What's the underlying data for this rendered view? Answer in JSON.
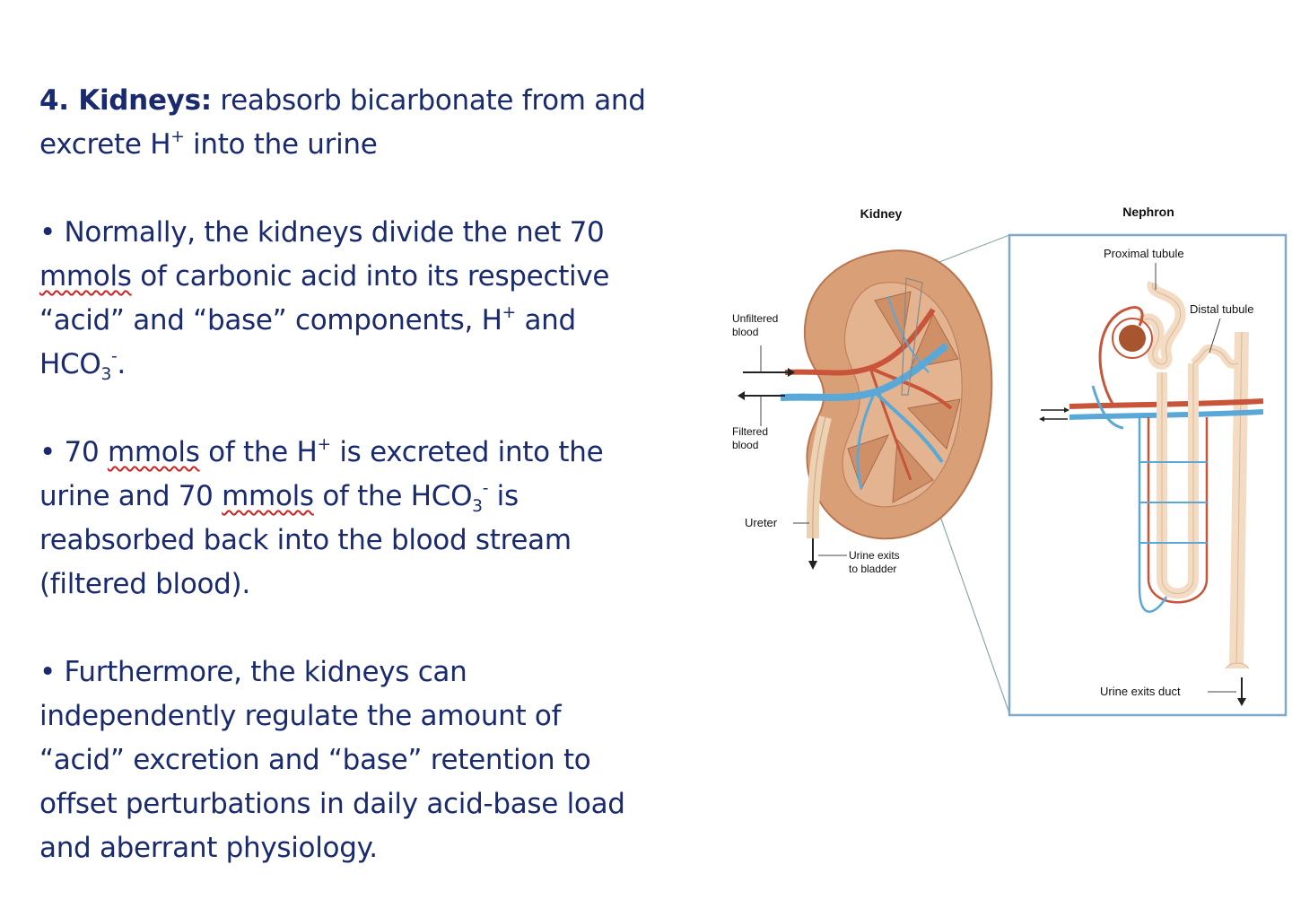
{
  "heading": {
    "number": "4. Kidneys:",
    "line1_rest": " reabsorb bicarbonate from and",
    "line2_a": "excrete H",
    "line2_sup": "+",
    "line2_b": " into the urine"
  },
  "bullet1": {
    "a": "• Normally, the kidneys divide the net 70",
    "mmols": "mmols",
    "b": " of carbonic acid into its respective",
    "c": "“acid” and “base” components, H",
    "sup": "+",
    "d": " and",
    "e": "HCO",
    "sub": "3",
    "sup2": "-",
    "f": "."
  },
  "bullet2": {
    "a": "• 70 ",
    "mmols1": "mmols",
    "b": " of the H",
    "sup": "+",
    "c": " is excreted into the",
    "d": "urine and 70 ",
    "mmols2": "mmols",
    "e": " of the HCO",
    "sub": "3",
    "sup2": "-",
    "f": " is",
    "g": "reabsorbed back into the blood stream",
    "h": "(filtered blood)."
  },
  "bullet3": {
    "line1": "• Furthermore, the kidneys can",
    "line2": "independently regulate the amount of",
    "line3": "“acid” excretion and “base” retention to",
    "line4": "offset perturbations in daily acid-base load",
    "line5": "and aberrant physiology."
  },
  "diagram": {
    "kidney_title": "Kidney",
    "nephron_title": "Nephron",
    "unfiltered_1": "Unfiltered",
    "unfiltered_2": "blood",
    "filtered_1": "Filtered",
    "filtered_2": "blood",
    "ureter": "Ureter",
    "urine_exits_1": "Urine exits",
    "urine_exits_2": "to bladder",
    "proximal": "Proximal tubule",
    "distal": "Distal tubule",
    "urine_duct": "Urine exits duct",
    "colors": {
      "text": "#1a2a6e",
      "kidney": "#d9a077",
      "kidney_dark": "#b97550",
      "artery": "#c8553a",
      "vein": "#5aa8d8",
      "tubule": "#f3dcc3",
      "box": "#7fa8c9"
    }
  }
}
